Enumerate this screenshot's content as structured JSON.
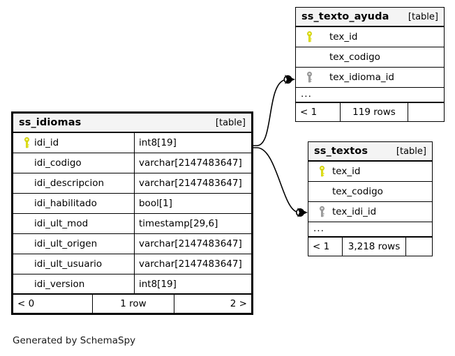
{
  "diagram": {
    "caption": "Generated by SchemaSpy",
    "table_tag": "[table]",
    "ellipsis": "...",
    "colors": {
      "primary_key_icon": "#e8e81e",
      "foreign_key_icon": "#9a9a9a",
      "border": "#000000",
      "header_background": "#f4f4f4",
      "page_background": "#ffffff"
    }
  },
  "tables": {
    "ss_idiomas": {
      "name": "ss_idiomas",
      "tag": "[table]",
      "columns": [
        {
          "name": "idi_id",
          "type": "int8[19]",
          "key": "primary"
        },
        {
          "name": "idi_codigo",
          "type": "varchar[2147483647]",
          "key": "none"
        },
        {
          "name": "idi_descripcion",
          "type": "varchar[2147483647]",
          "key": "none"
        },
        {
          "name": "idi_habilitado",
          "type": "bool[1]",
          "key": "none"
        },
        {
          "name": "idi_ult_mod",
          "type": "timestamp[29,6]",
          "key": "none"
        },
        {
          "name": "idi_ult_origen",
          "type": "varchar[2147483647]",
          "key": "none"
        },
        {
          "name": "idi_ult_usuario",
          "type": "varchar[2147483647]",
          "key": "none"
        },
        {
          "name": "idi_version",
          "type": "int8[19]",
          "key": "none"
        }
      ],
      "footer": {
        "parents": "< 0",
        "rows": "1 row",
        "children": "2 >"
      }
    },
    "ss_texto_ayuda": {
      "name": "ss_texto_ayuda",
      "tag": "[table]",
      "columns": [
        {
          "name": "tex_id",
          "key": "primary"
        },
        {
          "name": "tex_codigo",
          "key": "none"
        },
        {
          "name": "tex_idioma_id",
          "key": "foreign"
        }
      ],
      "more": "...",
      "footer": {
        "parents": "< 1",
        "rows": "119 rows",
        "children": ""
      }
    },
    "ss_textos": {
      "name": "ss_textos",
      "tag": "[table]",
      "columns": [
        {
          "name": "tex_id",
          "key": "primary"
        },
        {
          "name": "tex_codigo",
          "key": "none"
        },
        {
          "name": "tex_idi_id",
          "key": "foreign"
        }
      ],
      "more": "...",
      "footer": {
        "parents": "< 1",
        "rows": "3,218 rows",
        "children": ""
      }
    }
  },
  "relationships": [
    {
      "from": "ss_idiomas.idi_id",
      "to": "ss_texto_ayuda.tex_idioma_id"
    },
    {
      "from": "ss_idiomas.idi_id",
      "to": "ss_textos.tex_idi_id"
    }
  ]
}
